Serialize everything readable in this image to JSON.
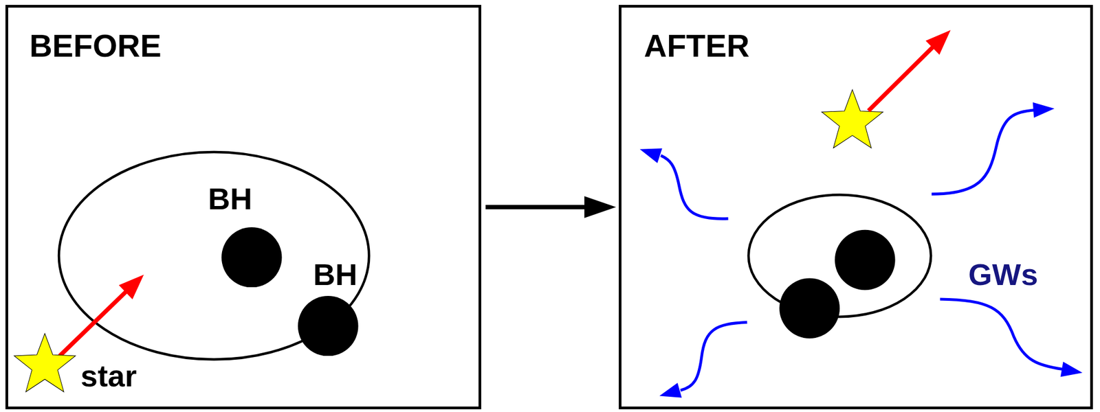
{
  "diagram": {
    "nodes": [
      {
        "text": [
          "BEFORE"
        ]
      },
      {
        "text": [
          "BH"
        ],
        "in": 0
      },
      {
        "text": [
          "BH"
        ],
        "in": 0
      },
      {
        "text": [
          "star"
        ],
        "in": 0
      },
      {
        "text": [
          "AFTER"
        ]
      }
    ],
    "edges": [
      {
        "from": 0,
        "to": 4,
        "arrow": "to"
      }
    ],
    "labels": [
      "GWs"
    ]
  }
}
